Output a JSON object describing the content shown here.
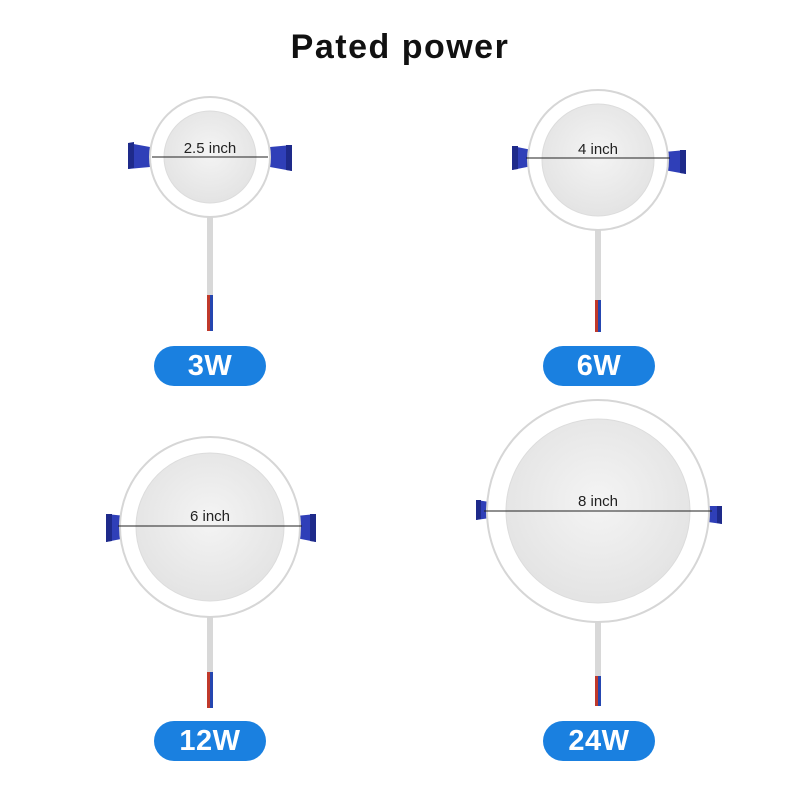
{
  "title": "Pated power",
  "colors": {
    "badge": "#1a80e0",
    "clip": "#2f3fb8",
    "clip_dark": "#1e2a8a",
    "wire_red": "#c0392b",
    "wire_blue": "#2546b0",
    "ring": "#ffffff",
    "lens": "#eeeeee"
  },
  "products": [
    {
      "power": "3W",
      "size": "2.5 inch"
    },
    {
      "power": "6W",
      "size": "4 inch"
    },
    {
      "power": "12W",
      "size": "6 inch"
    },
    {
      "power": "24W",
      "size": "8 inch"
    }
  ]
}
